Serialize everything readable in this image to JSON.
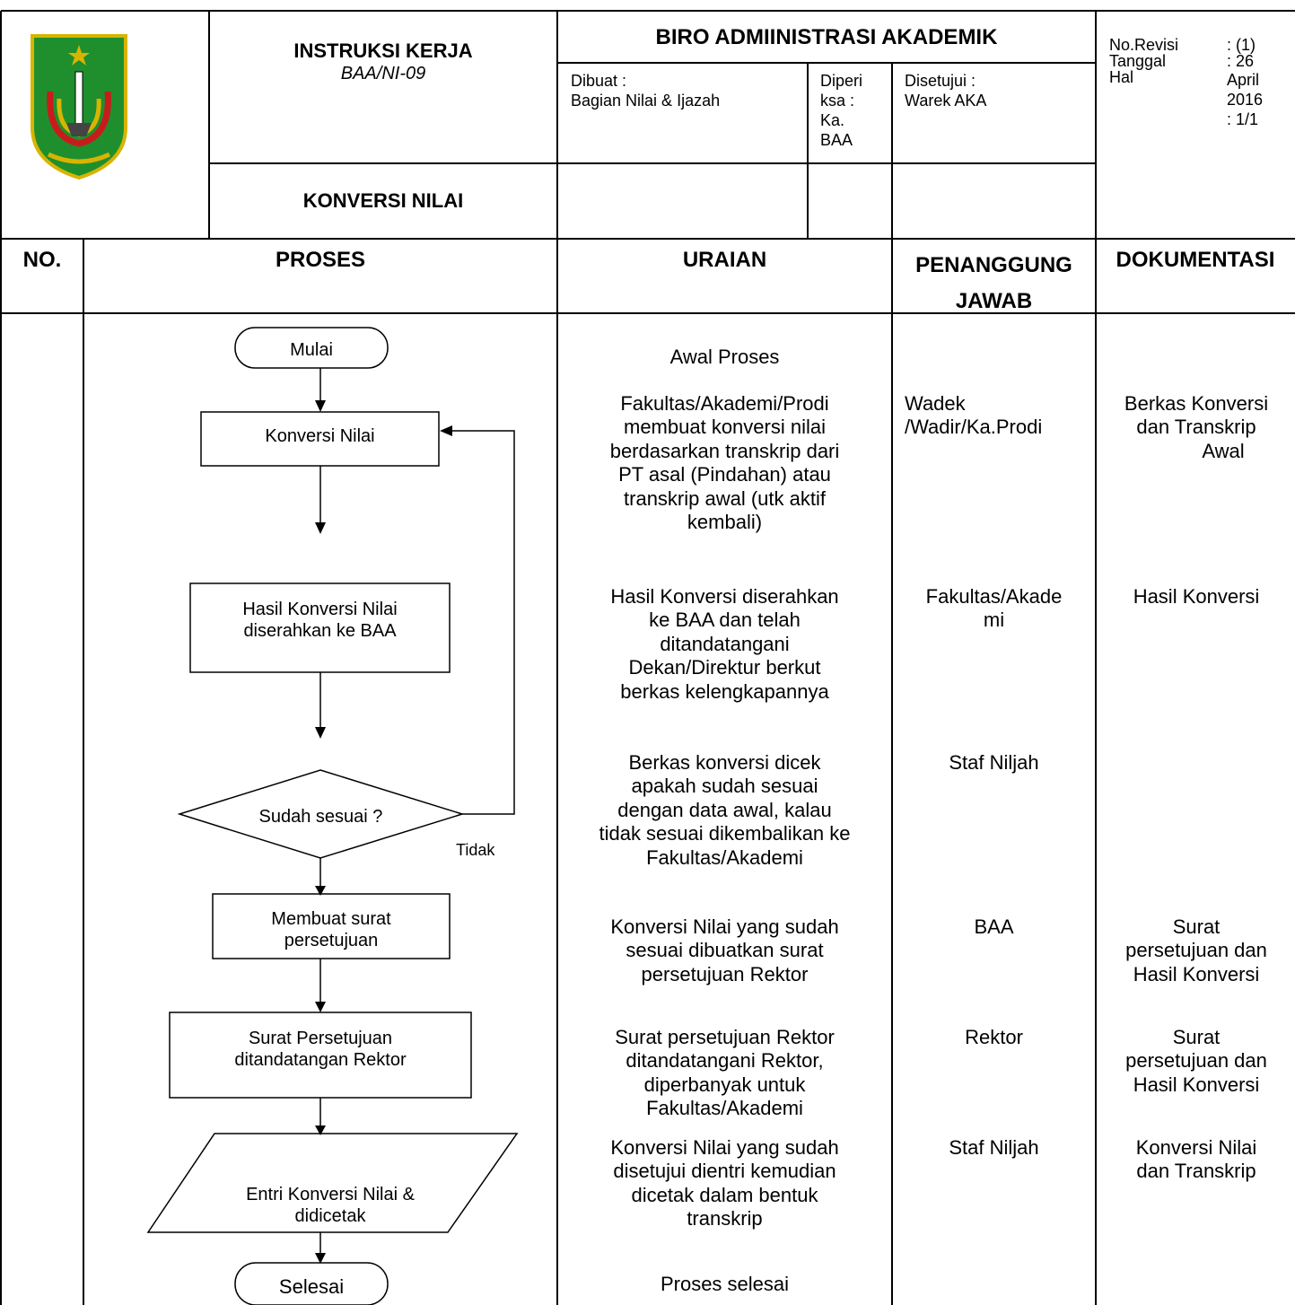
{
  "header": {
    "doc_type": "INSTRUKSI KERJA",
    "doc_code": "BAA/NI-09",
    "bureau": "BIRO ADMIINISTRASI AKADEMIK",
    "made_by_label": "Dibuat :",
    "made_by_value": "Bagian Nilai & Ijazah",
    "checked_by": [
      "Diperi",
      "ksa :",
      "Ka.",
      "BAA"
    ],
    "approved_label": "Disetujui :",
    "approved_value": "Warek AKA",
    "revision": {
      "labels": [
        "No.Revisi",
        "Tanggal",
        "Hal"
      ],
      "values": [
        ": (1)",
        ": 26",
        "April",
        "2016",
        ": 1/1"
      ]
    },
    "title": "KONVERSI NILAI"
  },
  "columns": {
    "no": "NO.",
    "proses": "PROSES",
    "uraian": "URAIAN",
    "penanggung": [
      "PENANGGUNG",
      "JAWAB"
    ],
    "dokumentasi": "DOKUMENTASI"
  },
  "flow": {
    "start": "Mulai",
    "step1": "Konversi Nilai",
    "step2": [
      "Hasil Konversi Nilai",
      "diserahkan ke BAA"
    ],
    "decision": "Sudah sesuai ?",
    "no_label": "Tidak",
    "step3": [
      "Membuat surat",
      "persetujuan"
    ],
    "step4": [
      "Surat Persetujuan",
      "ditandatangan Rektor"
    ],
    "step5": [
      "Entri Konversi Nilai &",
      "didicetak"
    ],
    "end": "Selesai"
  },
  "rows": [
    {
      "uraian": [
        "Awal Proses"
      ],
      "pj": [],
      "dok": []
    },
    {
      "uraian": [
        "Fakultas/Akademi/Prodi",
        "membuat konversi nilai",
        "berdasarkan transkrip dari",
        "PT asal (Pindahan) atau",
        "transkrip awal (utk aktif",
        "kembali)"
      ],
      "pj": [
        "Wadek",
        "/Wadir/Ka.Prodi"
      ],
      "dok": [
        "Berkas Konversi",
        "dan Transkrip",
        "Awal"
      ]
    },
    {
      "uraian": [
        "Hasil Konversi diserahkan",
        "ke BAA dan telah",
        "ditandatangani",
        "Dekan/Direktur berkut",
        "berkas kelengkapannya"
      ],
      "pj": [
        "Fakultas/Akade",
        "mi"
      ],
      "dok": [
        "Hasil Konversi"
      ]
    },
    {
      "uraian": [
        "Berkas konversi dicek",
        "apakah sudah sesuai",
        "dengan data awal, kalau",
        "tidak sesuai dikembalikan ke",
        "Fakultas/Akademi"
      ],
      "pj": [
        "Staf Niljah"
      ],
      "dok": []
    },
    {
      "uraian": [
        "Konversi Nilai yang sudah",
        "sesuai dibuatkan surat",
        "persetujuan Rektor"
      ],
      "pj": [
        "BAA"
      ],
      "dok": [
        "Surat",
        "persetujuan dan",
        "Hasil Konversi"
      ]
    },
    {
      "uraian": [
        "Surat persetujuan Rektor",
        "ditandatangani Rektor,",
        "diperbanyak untuk",
        "Fakultas/Akademi"
      ],
      "pj": [
        "Rektor"
      ],
      "dok": [
        "Surat",
        "persetujuan dan",
        "Hasil Konversi"
      ]
    },
    {
      "uraian": [
        "Konversi Nilai yang sudah",
        "disetujui dientri kemudian",
        "dicetak dalam bentuk",
        "transkrip"
      ],
      "pj": [
        "Staf Niljah"
      ],
      "dok": [
        "Konversi Nilai",
        "dan Transkrip"
      ]
    },
    {
      "uraian": [
        "Proses selesai"
      ],
      "pj": [],
      "dok": []
    }
  ],
  "logo": {
    "icon": "university-crest-icon",
    "color_green": "#1f8f2e",
    "color_gold": "#d8b400",
    "color_red": "#c81c1c"
  }
}
